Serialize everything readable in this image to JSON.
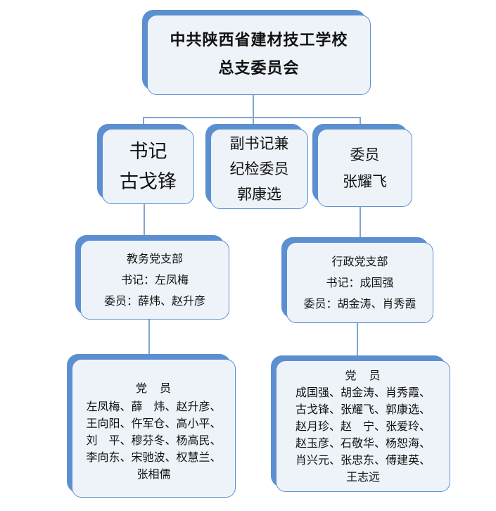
{
  "top": {
    "line1": "中共陕西省建材技工学校",
    "line2": "总支委员会"
  },
  "secretary": {
    "role": "书记",
    "name": "古戈锋"
  },
  "deputy": {
    "line1": "副书记兼",
    "line2": "纪检委员",
    "name": "郭康选"
  },
  "member": {
    "role": "委员",
    "name": "张耀飞"
  },
  "branch_left": {
    "name": "教务党支部",
    "secretary": "书记：左凤梅",
    "members": "委员：薛炜、赵升彦"
  },
  "branch_right": {
    "name": "行政党支部",
    "secretary": "书记：成国强",
    "members": "委员：胡金涛、肖秀霞"
  },
  "party_left": {
    "heading": "党　员",
    "lines": [
      "左凤梅、薛　炜、赵升彦、",
      "王向阳、仵军仓、高小平、",
      "刘　平、穆芬冬、杨高民、",
      "李向东、宋驰波、权慧兰、",
      "张相儒"
    ]
  },
  "party_right": {
    "heading": "党　员",
    "lines": [
      "成国强、胡金涛、肖秀霞、",
      "古戈锋、张耀飞、郭康选、",
      "赵月珍、赵　宁、张爱玲、",
      "赵玉彦、石敬华、杨恕海、",
      "肖兴元、张忠东、傅建英、",
      "王志远"
    ]
  }
}
